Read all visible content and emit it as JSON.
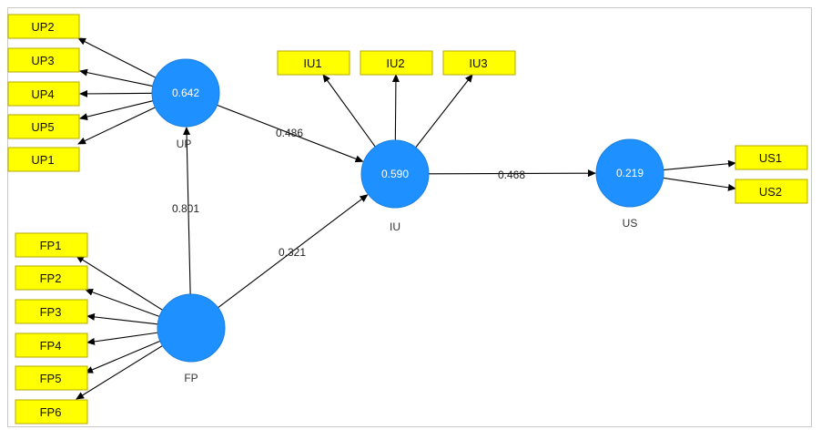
{
  "colors": {
    "indicator_fill": "#ffff00",
    "indicator_stroke": "#b5a800",
    "construct_fill": "#1e90ff",
    "construct_stroke": "#1a7fe0",
    "arrow": "#000000"
  },
  "constructs": [
    {
      "id": "UP",
      "name": "UP",
      "value": "0.642"
    },
    {
      "id": "FP",
      "name": "FP",
      "value": ""
    },
    {
      "id": "IU",
      "name": "IU",
      "value": "0.590"
    },
    {
      "id": "US",
      "name": "US",
      "value": "0.219"
    }
  ],
  "indicators": [
    {
      "id": "UP2",
      "label": "UP2",
      "construct": "UP"
    },
    {
      "id": "UP3",
      "label": "UP3",
      "construct": "UP"
    },
    {
      "id": "UP4",
      "label": "UP4",
      "construct": "UP"
    },
    {
      "id": "UP5",
      "label": "UP5",
      "construct": "UP"
    },
    {
      "id": "UP1",
      "label": "UP1",
      "construct": "UP"
    },
    {
      "id": "IU1",
      "label": "IU1",
      "construct": "IU"
    },
    {
      "id": "IU2",
      "label": "IU2",
      "construct": "IU"
    },
    {
      "id": "IU3",
      "label": "IU3",
      "construct": "IU"
    },
    {
      "id": "US1",
      "label": "US1",
      "construct": "US"
    },
    {
      "id": "US2",
      "label": "US2",
      "construct": "US"
    },
    {
      "id": "FP1",
      "label": "FP1",
      "construct": "FP"
    },
    {
      "id": "FP2",
      "label": "FP2",
      "construct": "FP"
    },
    {
      "id": "FP3",
      "label": "FP3",
      "construct": "FP"
    },
    {
      "id": "FP4",
      "label": "FP4",
      "construct": "FP"
    },
    {
      "id": "FP5",
      "label": "FP5",
      "construct": "FP"
    },
    {
      "id": "FP6",
      "label": "FP6",
      "construct": "FP"
    }
  ],
  "paths": [
    {
      "id": "up-iu",
      "from": "UP",
      "to": "IU",
      "coefficient": "0.486"
    },
    {
      "id": "fp-up",
      "from": "FP",
      "to": "UP",
      "coefficient": "0.801"
    },
    {
      "id": "fp-iu",
      "from": "FP",
      "to": "IU",
      "coefficient": "0.321"
    },
    {
      "id": "iu-us",
      "from": "IU",
      "to": "US",
      "coefficient": "0.468"
    }
  ]
}
